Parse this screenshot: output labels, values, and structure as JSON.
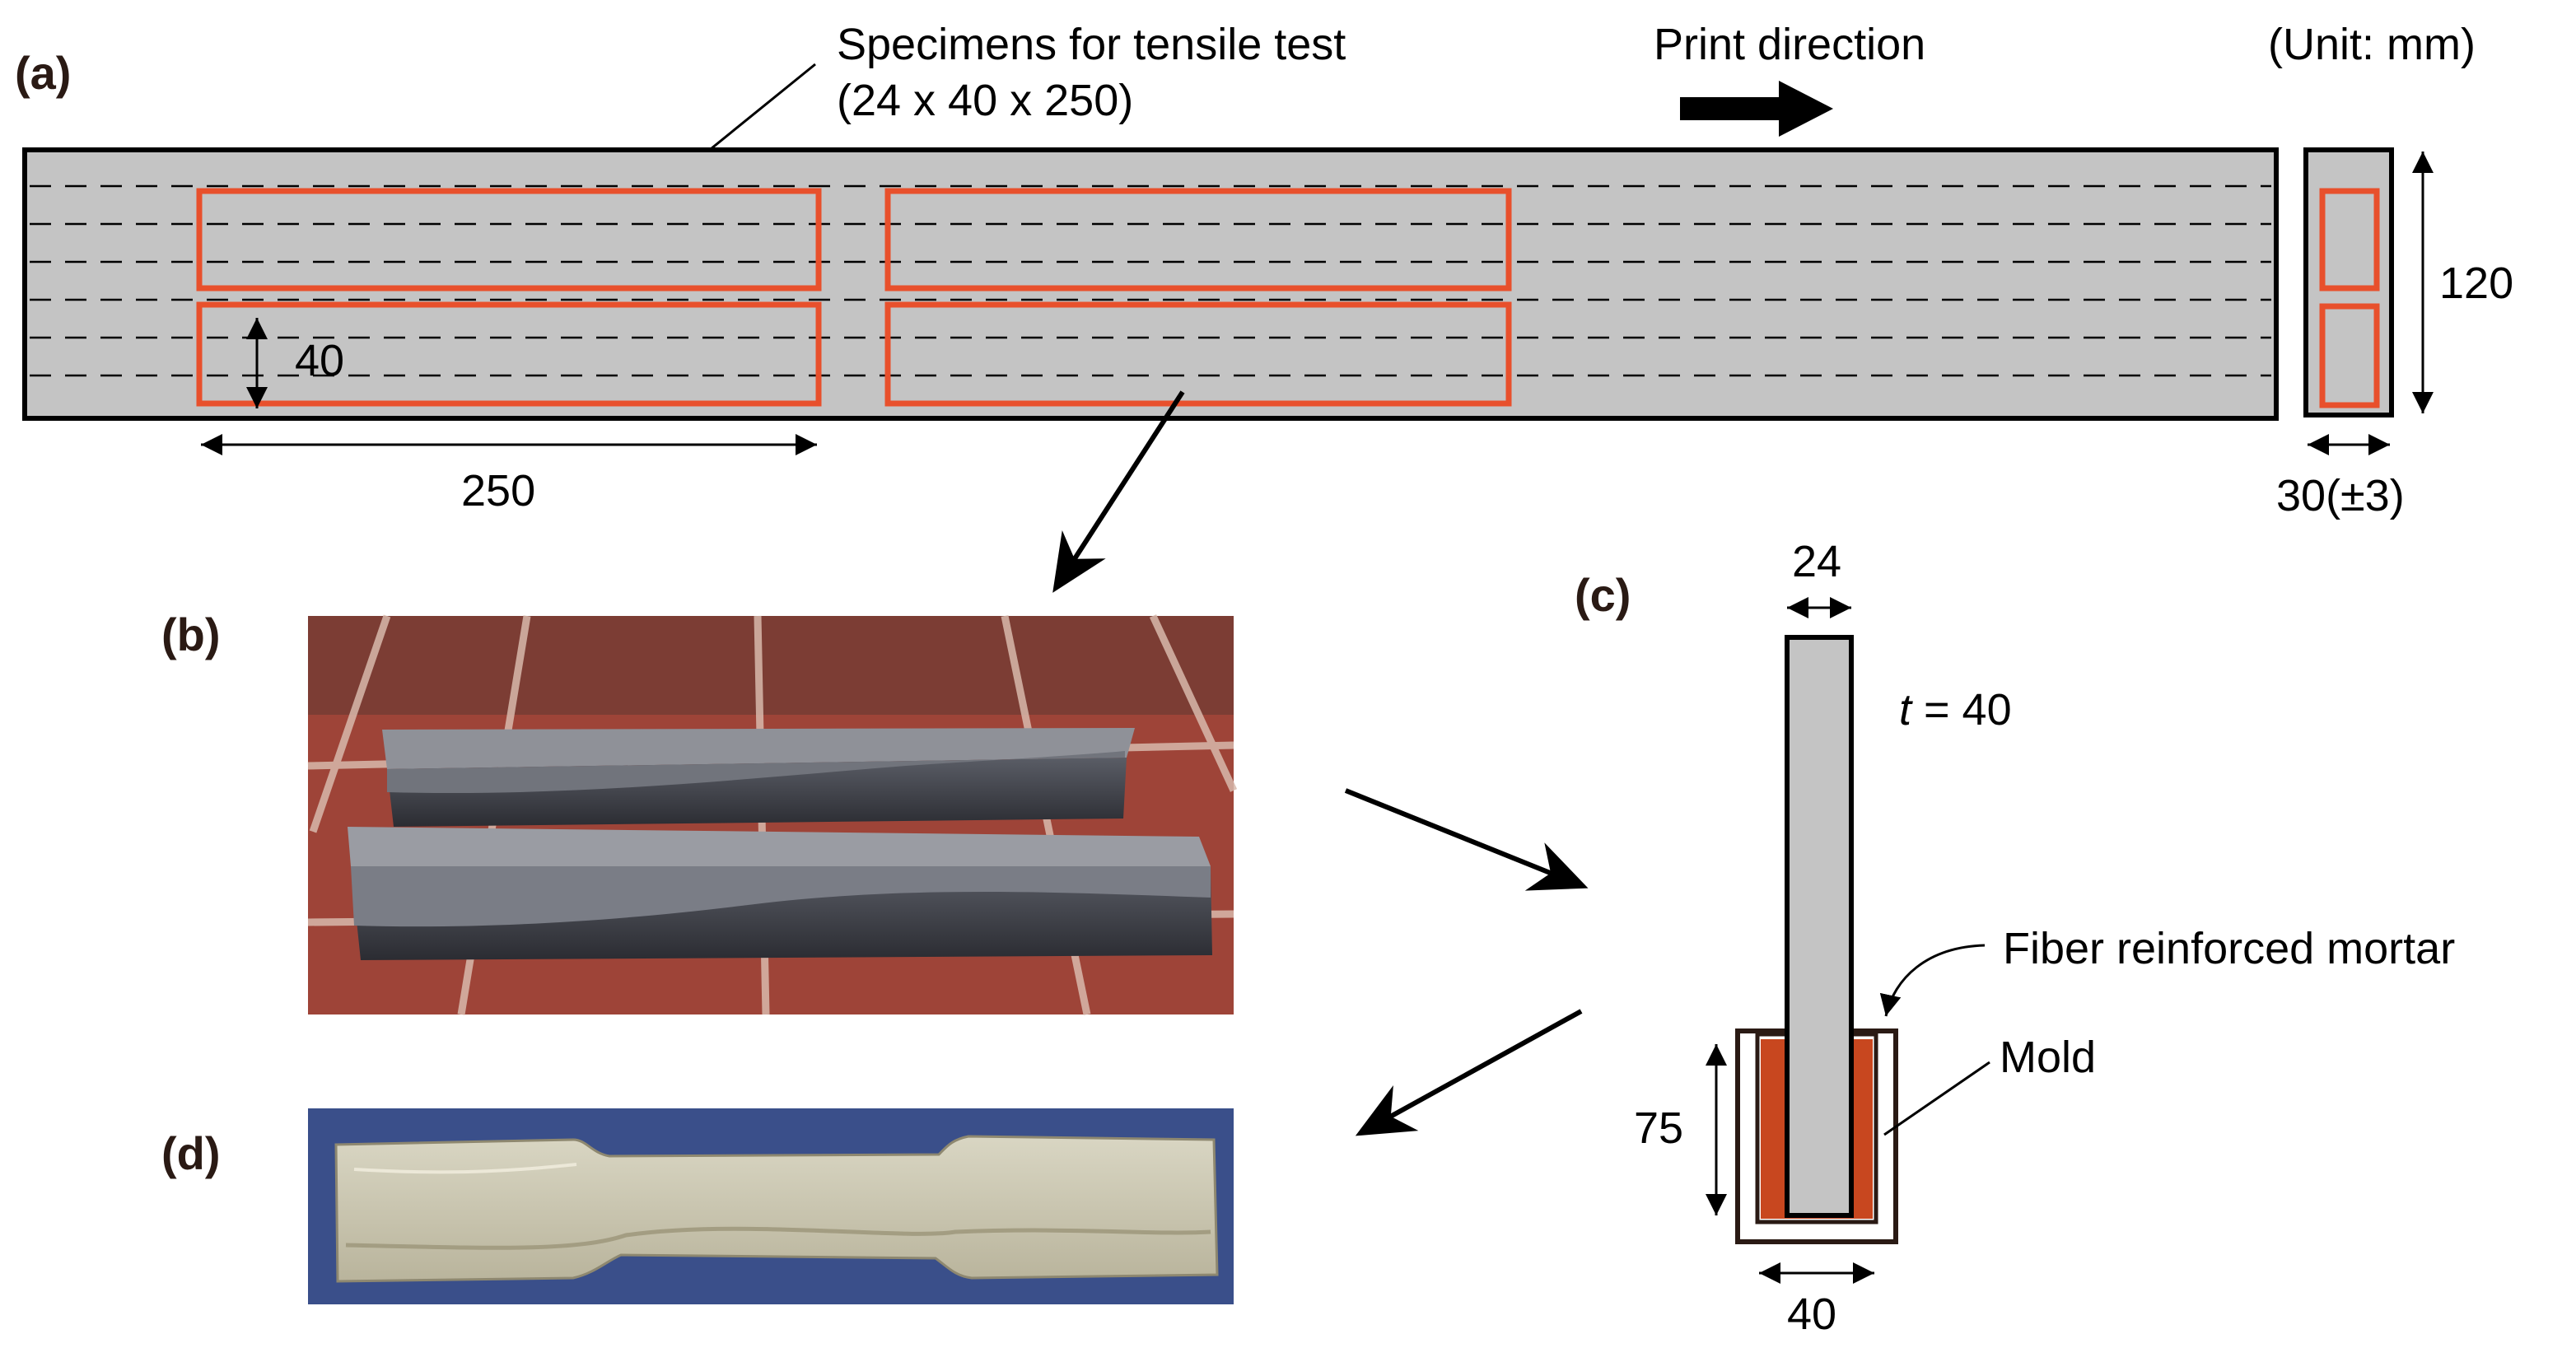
{
  "unit_label": "(Unit: mm)",
  "panel_labels": {
    "a": "(a)",
    "b": "(b)",
    "c": "(c)",
    "d": "(d)"
  },
  "panel_a": {
    "specimen_label": "Specimens for tensile test",
    "specimen_size": "(24 x 40 x 250)",
    "print_direction": "Print direction",
    "dim_specimen_height": "40",
    "dim_specimen_length": "250",
    "dim_section_height": "120",
    "dim_section_width": "30(±3)"
  },
  "panel_c": {
    "dim_width": "24",
    "thickness_var": "t",
    "thickness_value": " = 40",
    "fiber_label": "Fiber reinforced mortar",
    "mold_label": "Mold",
    "dim_depth": "75",
    "dim_mold_width": "40"
  },
  "colors": {
    "concrete_gray": "#c4c4c4",
    "specimen_outline": "#e8502c",
    "mortar": "#c8471f",
    "mold_outline": "#2a1a14",
    "floor_tile": "#9e4438",
    "photo_background_blue": "#3a4f8a"
  }
}
